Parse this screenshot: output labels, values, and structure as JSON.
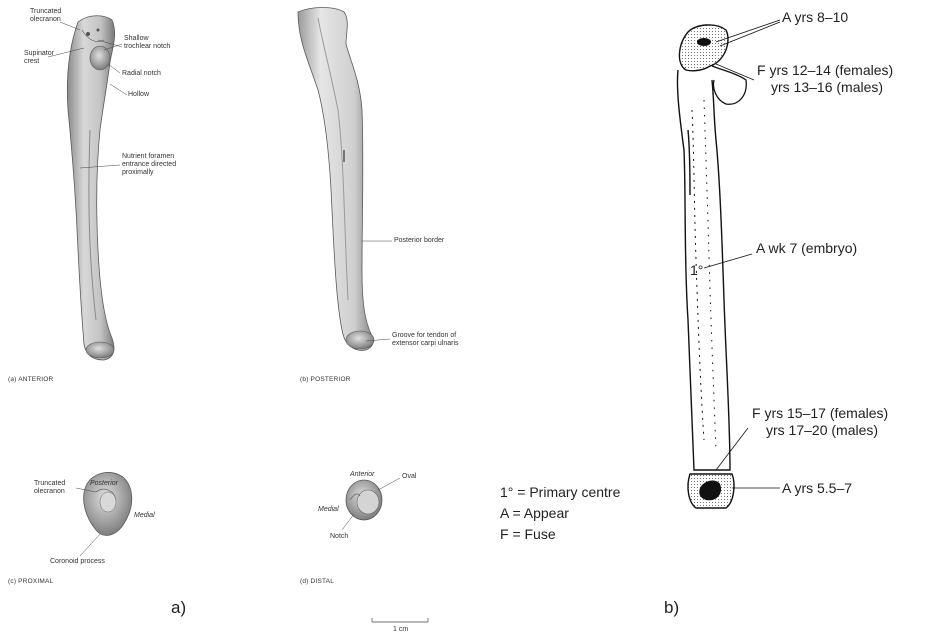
{
  "panel_a": {
    "panel_label": "a)",
    "anterior": {
      "caption": "(a) ANTERIOR",
      "labels": {
        "truncated_olecranon": "Truncated\nolecranon",
        "supinator_crest": "Supinator\ncrest",
        "shallow_trochlear_notch": "Shallow\ntrochlear notch",
        "radial_notch": "Radial notch",
        "hollow": "Hollow",
        "nutrient_foramen": "Nutrient foramen\nentrance directed\nproximally"
      }
    },
    "posterior": {
      "caption": "(b) POSTERIOR",
      "labels": {
        "posterior_border": "Posterior border",
        "groove": "Groove for tendon of\nextensor carpi ulnaris"
      }
    },
    "proximal": {
      "caption": "(c) PROXIMAL",
      "labels": {
        "truncated_olecranon": "Truncated\nolecranon",
        "posterior": "Posterior",
        "medial": "Medial",
        "coronoid_process": "Coronoid process"
      }
    },
    "distal": {
      "caption": "(d) DISTAL",
      "labels": {
        "anterior": "Anterior",
        "oval": "Oval",
        "medial": "Medial",
        "notch": "Notch"
      }
    },
    "scale_bar": "1 cm"
  },
  "panel_b": {
    "panel_label": "b)",
    "labels": {
      "a_8_10": "A yrs 8–10",
      "f_12_14": "F yrs 12–14 (females)",
      "yrs_13_16": "yrs 13–16 (males)",
      "a_wk7": "A wk 7 (embryo)",
      "primary_marker": "1°",
      "f_15_17": "F yrs 15–17 (females)",
      "yrs_17_20": "yrs 17–20 (males)",
      "a_5_5_7": "A yrs 5.5–7"
    },
    "legend": {
      "primary": "1° = Primary centre",
      "appear": "A  = Appear",
      "fuse": "F  = Fuse"
    }
  }
}
